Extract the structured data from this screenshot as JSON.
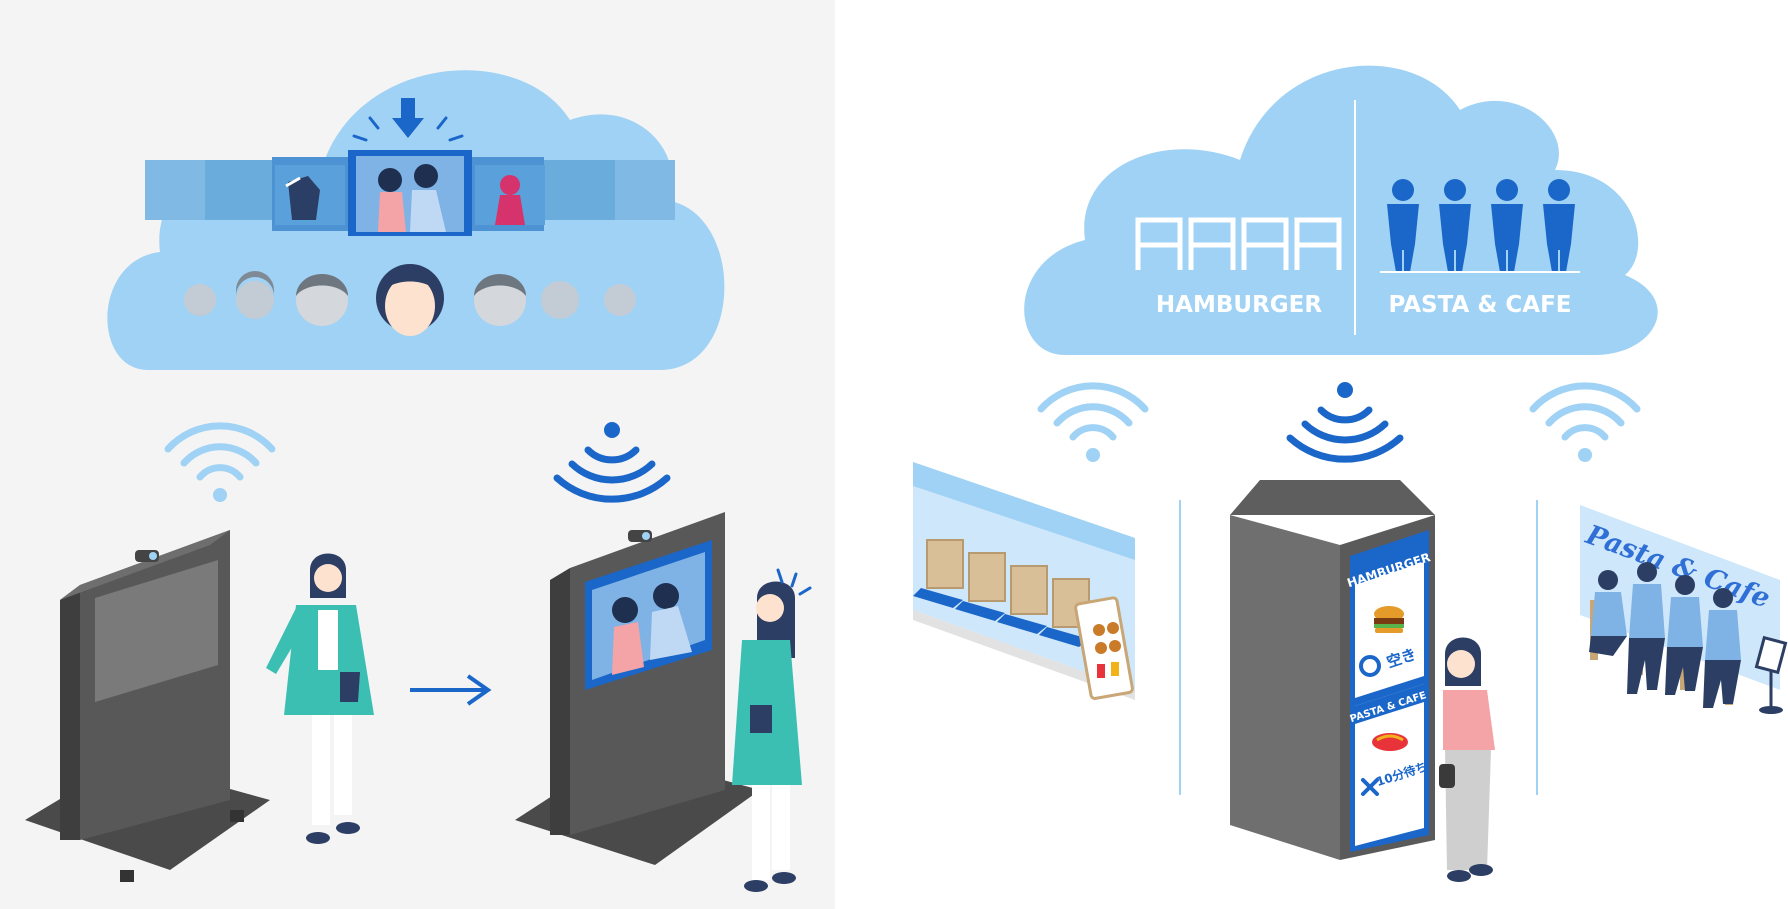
{
  "right_panel": {
    "cloud": {
      "left_label": "HAMBURGER",
      "right_label": "PASTA & CAFE"
    },
    "signage": {
      "top_title": "HAMBURGER",
      "top_status": "空き",
      "bottom_title": "PASTA & CAFE",
      "bottom_status": "10分待ち"
    },
    "shop_sign": "Pasta & Cafe"
  },
  "colors": {
    "cloud": "#9fd2f4",
    "accent_blue": "#1a66c9",
    "kiosk_dark": "#555555",
    "kiosk_frame": "#6b6b6b",
    "teal_coat": "#3cbfb3",
    "pink_top": "#f4a3a7"
  },
  "icons": [
    "wifi-icon",
    "arrow-right-icon",
    "down-arrow-icon",
    "person-icon",
    "chair-icon",
    "circle-mark-icon",
    "cross-mark-icon"
  ]
}
